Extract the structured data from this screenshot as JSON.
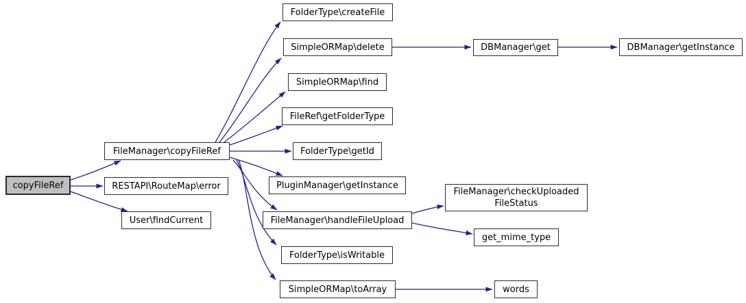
{
  "diagram": {
    "type": "call-graph",
    "root": "copyFileRef"
  },
  "colors": {
    "background": "#ffffff",
    "edge": "#23238b",
    "node_fill": "#ffffff",
    "node_border": "#2a2a2a",
    "root_fill": "#bfbfbf",
    "text": "#000000"
  },
  "nodes": [
    {
      "id": "copyFileRef",
      "label": "copyFileRef",
      "highlighted": true
    },
    {
      "id": "FileManager\\copyFileRef",
      "label": "FileManager\\copyFileRef"
    },
    {
      "id": "RESTAPI\\RouteMap\\error",
      "label": "RESTAPI\\RouteMap\\error"
    },
    {
      "id": "User\\findCurrent",
      "label": "User\\findCurrent"
    },
    {
      "id": "FolderType\\createFile",
      "label": "FolderType\\createFile"
    },
    {
      "id": "SimpleORMap\\delete",
      "label": "SimpleORMap\\delete"
    },
    {
      "id": "SimpleORMap\\find",
      "label": "SimpleORMap\\find"
    },
    {
      "id": "FileRef\\getFolderType",
      "label": "FileRef\\getFolderType"
    },
    {
      "id": "FolderType\\getId",
      "label": "FolderType\\getId"
    },
    {
      "id": "PluginManager\\getInstance",
      "label": "PluginManager\\getInstance"
    },
    {
      "id": "FileManager\\handleFileUpload",
      "label": "FileManager\\handleFileUpload"
    },
    {
      "id": "FolderType\\isWritable",
      "label": "FolderType\\isWritable"
    },
    {
      "id": "SimpleORMap\\toArray",
      "label": "SimpleORMap\\toArray"
    },
    {
      "id": "DBManager\\get",
      "label": "DBManager\\get"
    },
    {
      "id": "DBManager\\getInstance",
      "label": "DBManager\\getInstance"
    },
    {
      "id": "FileManager\\checkUploadedFileStatus",
      "label": "FileManager\\checkUploadedFileStatus",
      "lines": [
        "FileManager\\checkUploaded",
        "FileStatus"
      ]
    },
    {
      "id": "get_mime_type",
      "label": "get_mime_type"
    },
    {
      "id": "words",
      "label": "words"
    }
  ],
  "edges": [
    {
      "from": "copyFileRef",
      "to": "FileManager\\copyFileRef"
    },
    {
      "from": "copyFileRef",
      "to": "RESTAPI\\RouteMap\\error"
    },
    {
      "from": "copyFileRef",
      "to": "User\\findCurrent"
    },
    {
      "from": "FileManager\\copyFileRef",
      "to": "FolderType\\createFile"
    },
    {
      "from": "FileManager\\copyFileRef",
      "to": "SimpleORMap\\delete"
    },
    {
      "from": "FileManager\\copyFileRef",
      "to": "SimpleORMap\\find"
    },
    {
      "from": "FileManager\\copyFileRef",
      "to": "FileRef\\getFolderType"
    },
    {
      "from": "FileManager\\copyFileRef",
      "to": "FolderType\\getId"
    },
    {
      "from": "FileManager\\copyFileRef",
      "to": "PluginManager\\getInstance"
    },
    {
      "from": "FileManager\\copyFileRef",
      "to": "FileManager\\handleFileUpload"
    },
    {
      "from": "FileManager\\copyFileRef",
      "to": "FolderType\\isWritable"
    },
    {
      "from": "FileManager\\copyFileRef",
      "to": "SimpleORMap\\toArray"
    },
    {
      "from": "SimpleORMap\\delete",
      "to": "DBManager\\get"
    },
    {
      "from": "DBManager\\get",
      "to": "DBManager\\getInstance"
    },
    {
      "from": "FileManager\\handleFileUpload",
      "to": "FileManager\\checkUploadedFileStatus"
    },
    {
      "from": "FileManager\\handleFileUpload",
      "to": "get_mime_type"
    },
    {
      "from": "SimpleORMap\\toArray",
      "to": "words"
    }
  ]
}
